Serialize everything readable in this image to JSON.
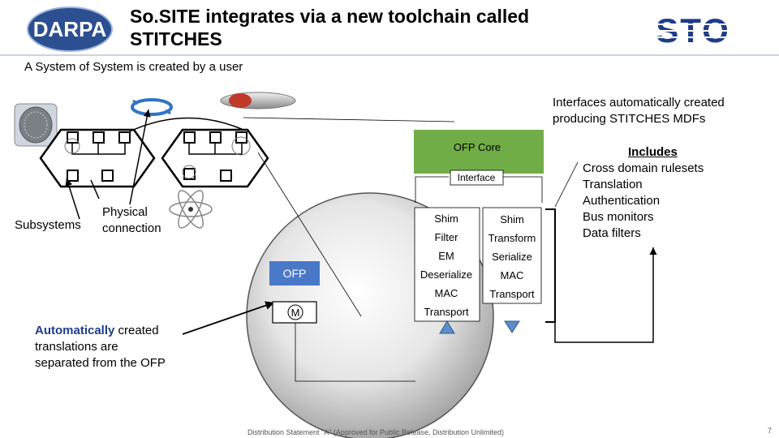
{
  "header": {
    "title_line1": "So.SITE integrates via a new toolchain called",
    "title_line2": "STITCHES",
    "left_logo": "DARPA",
    "right_logo": "STO"
  },
  "subtitle": "A System of System is created by a user",
  "labels": {
    "subsystems": "Subsystems",
    "physical_line1": "Physical",
    "physical_line2": "connection",
    "interfaces_line1": "Interfaces automatically created",
    "interfaces_line2": "producing STITCHES MDFs",
    "auto_word": "Automatically",
    "auto_rest": " created",
    "auto_line2": "translations are",
    "auto_line3": "separated from the OFP"
  },
  "includes": {
    "heading": "Includes",
    "items": [
      "Cross domain rulesets",
      "Translation",
      "Authentication",
      "Bus monitors",
      "Data filters"
    ]
  },
  "diagram": {
    "ofp_core": "OFP Core",
    "interface": "Interface",
    "ofp": "OFP",
    "m": "M",
    "left_stack": [
      "Shim",
      "Filter",
      "EM",
      "Deserialize",
      "MAC",
      "Transport"
    ],
    "right_stack": [
      "Shim",
      "Transform",
      "Serialize",
      "MAC",
      "Transport"
    ]
  },
  "colors": {
    "ofp_core_fill": "#70ad47",
    "ofp_fill": "#4a78c8",
    "arrow_fill": "#5b8ec9",
    "title_blue": "#1f3c88"
  },
  "footer": "Distribution Statement \"A\" (Approved for Public Release, Distribution Unlimited)",
  "page_number": "7"
}
